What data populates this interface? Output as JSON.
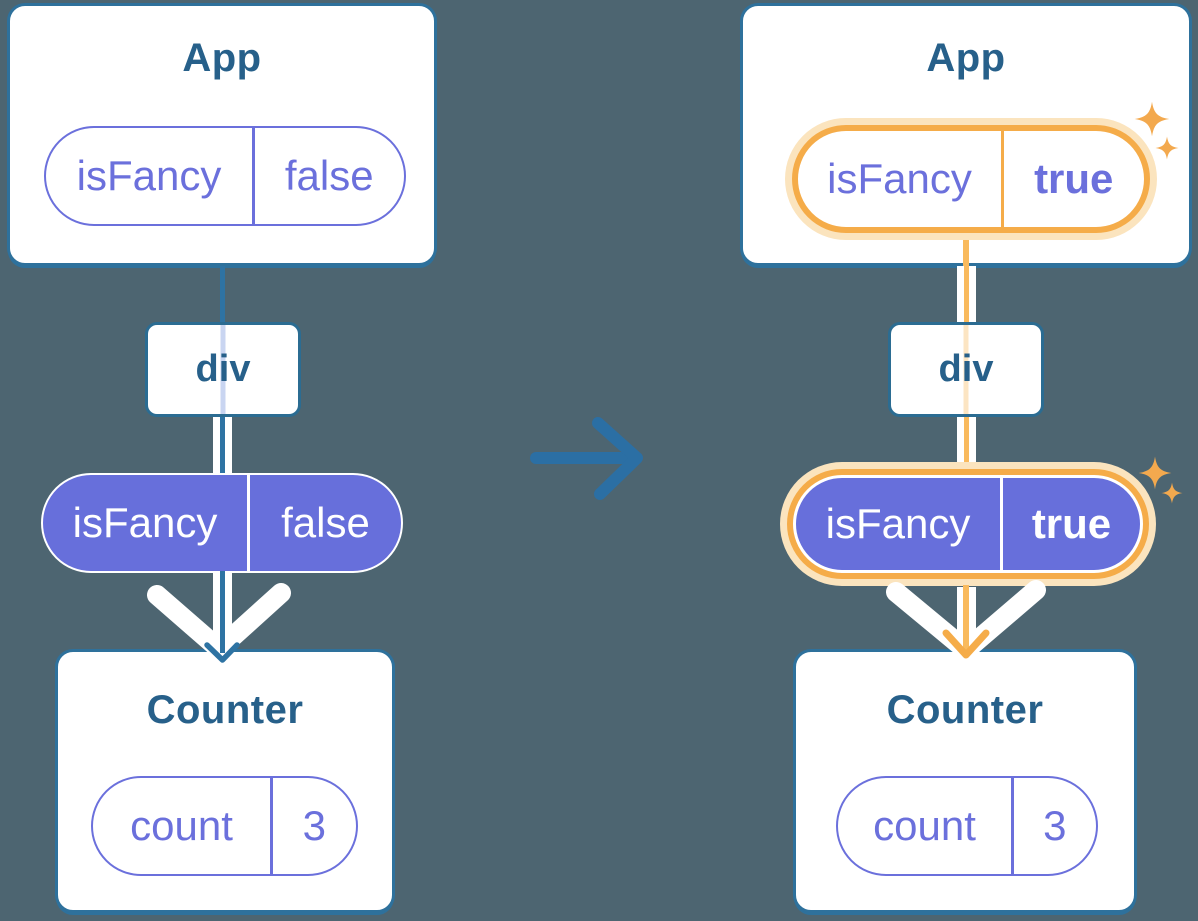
{
  "diagram": {
    "description": "React component tree diagram: prop isFancy flips from false to true",
    "before": {
      "app_title": "App",
      "app_prop": {
        "name": "isFancy",
        "value": "false"
      },
      "div_label": "div",
      "passed_prop": {
        "name": "isFancy",
        "value": "false"
      },
      "counter_title": "Counter",
      "counter_state": {
        "name": "count",
        "value": "3"
      }
    },
    "after": {
      "app_title": "App",
      "app_prop": {
        "name": "isFancy",
        "value": "true"
      },
      "div_label": "div",
      "passed_prop": {
        "name": "isFancy",
        "value": "true"
      },
      "counter_title": "Counter",
      "counter_state": {
        "name": "count",
        "value": "3"
      }
    },
    "icons": {
      "transition": "right-arrow-icon",
      "highlight": "sparkle-icon",
      "flow_before": "down-arrow-blue-icon",
      "flow_after": "down-arrow-orange-icon",
      "flow_emphasis": "white-chevron-icon"
    },
    "colors": {
      "background": "#4D6571",
      "card_border": "#2E719C",
      "title_text": "#27608A",
      "purple": "#6B70DC",
      "purple_fill": "#676FDB",
      "blue_line": "#2E73A3",
      "arrow_blue": "#2B6FA4",
      "orange": "#F5AC49",
      "orange_line": "#F9BA5D",
      "orange_halo": "#FBE4BE",
      "lavender_stripe": "#C9D5F1",
      "peach_stripe": "#FCE5C3",
      "white": "#FFFFFF"
    }
  }
}
